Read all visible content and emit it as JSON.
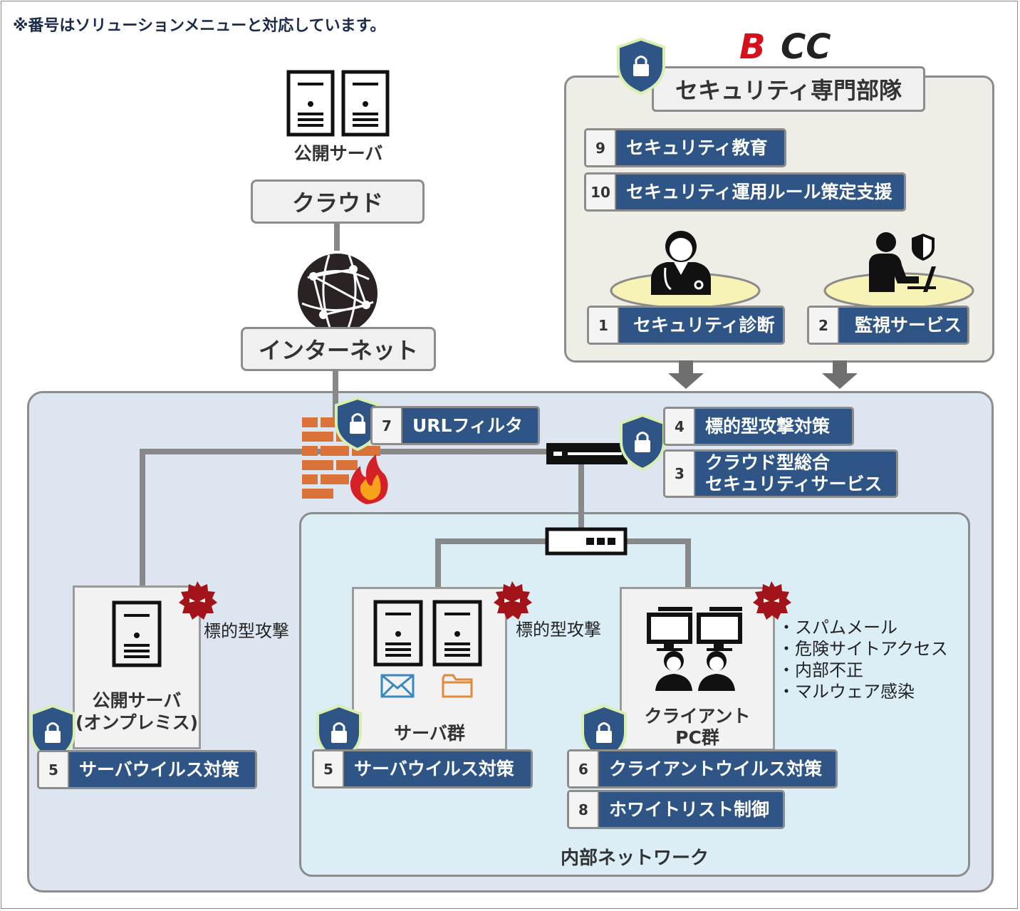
{
  "note": "※番号はソリューションメニューと対応しています。",
  "brand": {
    "logo_text": "BCC"
  },
  "top": {
    "public_server_label": "公開サーバ",
    "cloud_label": "クラウド",
    "internet_label": "インターネット"
  },
  "security_team": {
    "title": "セキュリティ専門部隊",
    "solutions": [
      {
        "num": "9",
        "label": "セキュリティ教育"
      },
      {
        "num": "10",
        "label": "セキュリティ運用ルール策定支援"
      },
      {
        "num": "1",
        "label": "セキュリティ診断"
      },
      {
        "num": "2",
        "label": "監視サービス"
      }
    ]
  },
  "network": {
    "url_filter": {
      "num": "7",
      "label": "URLフィルタ"
    },
    "targeted_attack": {
      "num": "4",
      "label": "標的型攻撃対策"
    },
    "cloud_security": {
      "num": "3",
      "label_line1": "クラウド型総合",
      "label_line2": "セキュリティサービス"
    },
    "onprem_server": {
      "caption_line1": "公開サーバ",
      "caption_line2": "(オンプレミス)",
      "threat": "標的型攻撃",
      "solution": {
        "num": "5",
        "label": "サーバウイルス対策"
      }
    },
    "internal_network_label": "内部ネットワーク",
    "server_group": {
      "caption": "サーバ群",
      "threat": "標的型攻撃",
      "solution": {
        "num": "5",
        "label": "サーバウイルス対策"
      }
    },
    "client_group": {
      "caption_line1": "クライアント",
      "caption_line2": "PC群",
      "threats": [
        "・スパムメール",
        "・危険サイトアクセス",
        "・内部不正",
        "・マルウェア感染"
      ],
      "solutions": [
        {
          "num": "6",
          "label": "クライアントウイルス対策"
        },
        {
          "num": "8",
          "label": "ホワイトリスト制御"
        }
      ]
    }
  },
  "colors": {
    "solution_blue": "#2e5586",
    "shield_blue": "#2e5586",
    "virus_red": "#a3141a",
    "firewall_orange": "#d9733a",
    "outer_bg": "#dde6f0",
    "inner_bg": "#dbeef5",
    "team_bg": "#efeee6"
  }
}
